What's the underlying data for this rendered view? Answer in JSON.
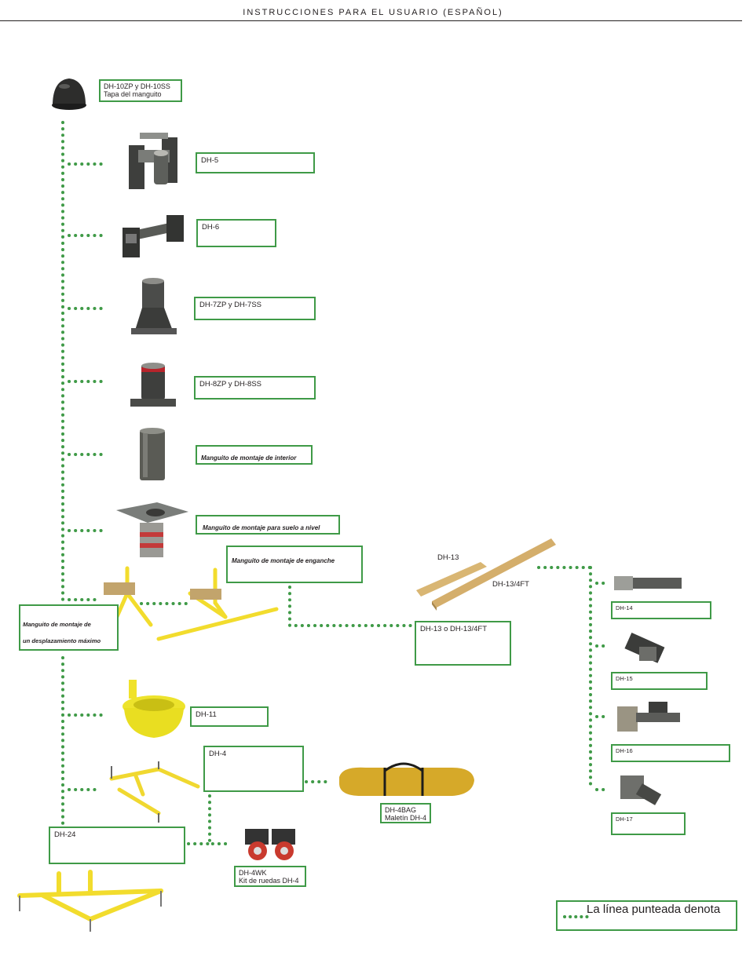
{
  "header": {
    "title": "INSTRUCCIONES PARA EL USUARIO (ESPAÑOL)"
  },
  "labels": {
    "dh10": {
      "line1": "DH-10ZP y DH-10SS",
      "line2": "Tapa del manguito"
    },
    "dh5": "DH-5",
    "dh6": "DH-6",
    "dh7": "DH-7ZP y DH-7SS",
    "dh8": "DH-8ZP y DH-8SS",
    "interior": "Manguito de montaje de interior",
    "suelo": "Manguito de montaje para suelo a nivel",
    "enganche": "Manguito de montaje de enganche",
    "maximo": {
      "line1": "Manguito de montaje de",
      "line2": "un desplazamiento máximo"
    },
    "dh11": "DH-11",
    "dh4": "DH-4",
    "dh24": "DH-24",
    "dh4bag": {
      "line1": "DH-4BAG",
      "line2": "Maletín DH-4"
    },
    "dh4wk": {
      "line1": "DH-4WK",
      "line2": "Kit de ruedas DH-4"
    },
    "dh13_top": "DH-13",
    "dh13_4ft": "DH-13/4FT",
    "dh13_box": "DH-13 o DH-13/4FT",
    "dh14": "DH-14",
    "dh15": "DH-15",
    "dh16": "DH-16",
    "dh17": "DH-17"
  },
  "legend": {
    "text": "La línea punteada denota"
  },
  "colors": {
    "connector": "#3f9a47",
    "frame_yellow": "#f5e22a",
    "metal": "#4a4a48"
  },
  "icons": [
    "sleeve-cap-icon",
    "dh5-part-icon",
    "dh6-part-icon",
    "dh7-part-icon",
    "dh8-part-icon",
    "interior-sleeve-icon",
    "floor-sleeve-icon",
    "hitch-mount-frame-icon",
    "dh11-funnel-icon",
    "dh4-frame-icon",
    "dh24-frame-icon",
    "bag-icon",
    "wheel-kit-icon",
    "wood-beam-icon",
    "dh14-part-icon",
    "dh15-part-icon",
    "dh16-part-icon",
    "dh17-part-icon"
  ]
}
